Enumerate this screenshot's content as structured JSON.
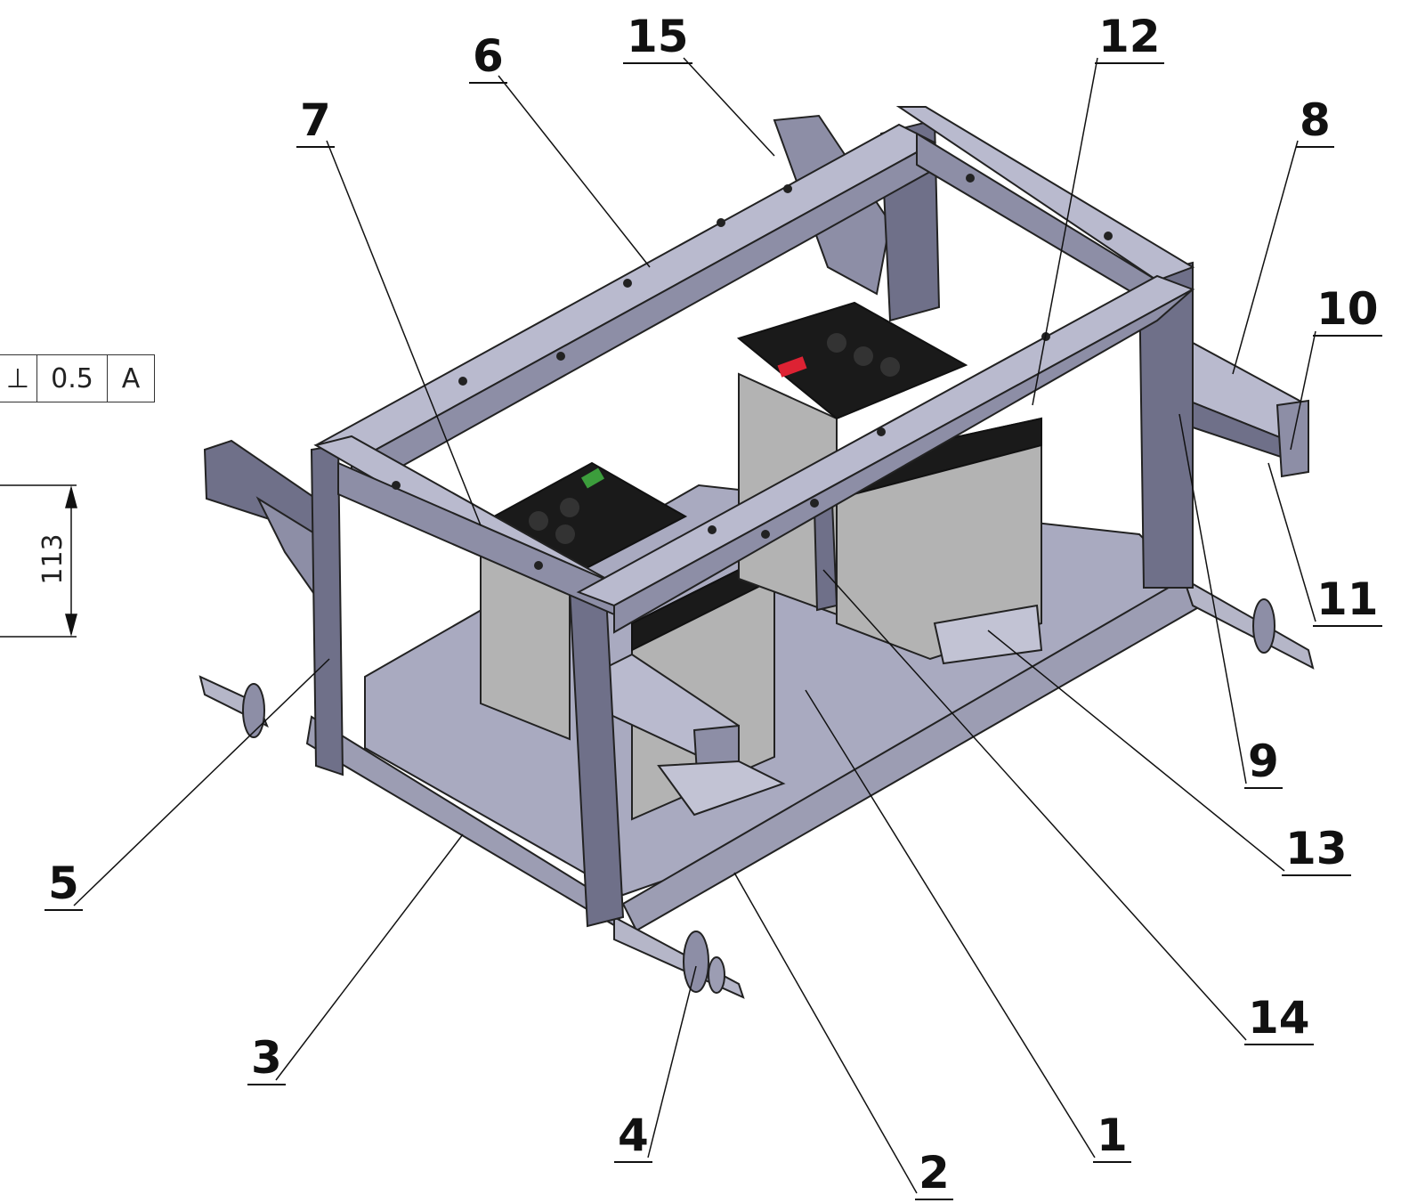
{
  "balloons": [
    {
      "label": "15"
    },
    {
      "label": "6"
    },
    {
      "label": "7"
    },
    {
      "label": "12"
    },
    {
      "label": "8"
    },
    {
      "label": "10"
    },
    {
      "label": "11"
    },
    {
      "label": "9"
    },
    {
      "label": "13"
    },
    {
      "label": "14"
    },
    {
      "label": "1"
    },
    {
      "label": "2"
    },
    {
      "label": "4"
    },
    {
      "label": "3"
    },
    {
      "label": "5"
    }
  ],
  "feature_control_frame": {
    "symbol": "⊥",
    "tolerance": "0.5",
    "datum": "A"
  },
  "dimension": {
    "value": "113"
  },
  "colors": {
    "frame_light": "#b9bace",
    "frame_mid": "#8d8ea6",
    "frame_dark": "#4d4e66",
    "plate": "#a9aac0",
    "battery_body": "#b3b3b3",
    "battery_top": "#1a1a1a",
    "outline": "#111111"
  }
}
